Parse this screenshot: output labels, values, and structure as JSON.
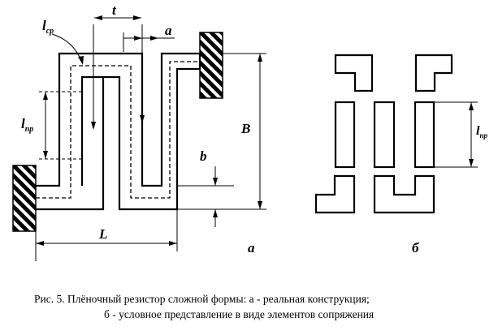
{
  "labels": {
    "t": "t",
    "a": "a",
    "l": "l",
    "cp": "ср",
    "np": "пр",
    "B": "B",
    "b": "b",
    "L": "L",
    "fig_a": "а",
    "fig_b": "б"
  },
  "caption": {
    "line1": "Рис. 5.   Плёночный резистор сложной формы: а - реальная конструкция;",
    "line2": "б - условное представление в виде элементов сопряжения"
  }
}
